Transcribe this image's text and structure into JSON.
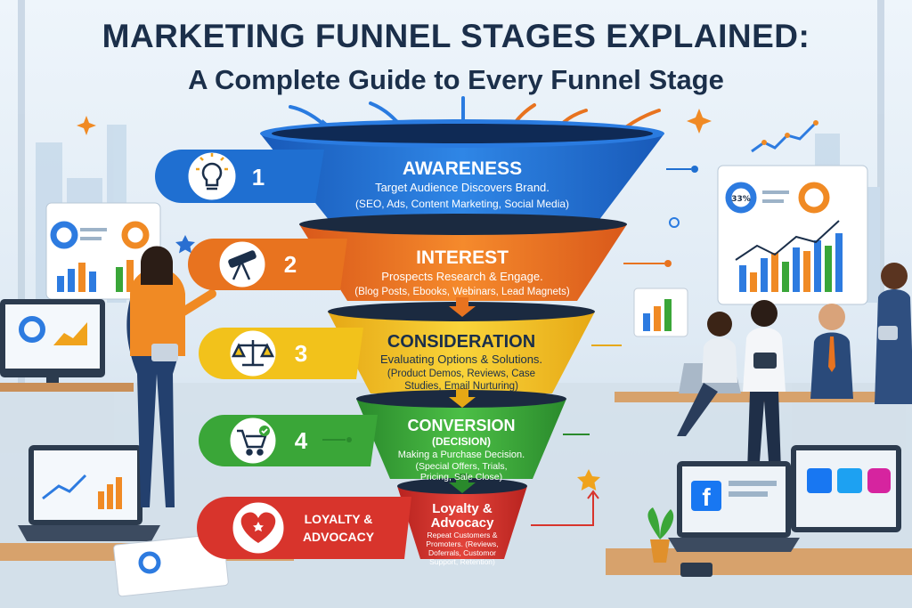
{
  "title": {
    "line1": "MARKETING FUNNEL STAGES EXPLAINED:",
    "line2": "A Complete Guide to Every Funnel Stage"
  },
  "stages": [
    {
      "num": "1",
      "name": "AWARENESS",
      "desc": "Target Audience Discovers Brand.",
      "detail": [
        "(SEO, Ads, Content Marketing, Social Media)"
      ],
      "icon": "lightbulb-icon",
      "color": "#1f6fd1"
    },
    {
      "num": "2",
      "name": "INTEREST",
      "desc": "Prospects Research & Engage.",
      "detail": [
        "(Blog Posts, Ebooks, Webinars, Lead Magnets)"
      ],
      "icon": "telescope-icon",
      "color": "#e8731f"
    },
    {
      "num": "3",
      "name": "CONSIDERATION",
      "desc": "Evaluating Options & Solutions.",
      "detail": [
        "(Product Demos, Reviews, Case",
        "Studies, Email Nurturing)"
      ],
      "icon": "scales-icon",
      "color": "#f2c21b"
    },
    {
      "num": "4",
      "name": "CONVERSION",
      "sub": "(DECISION)",
      "desc": "Making a Purchase Decision.",
      "detail": [
        "(Special Offers, Trials,",
        "Pricing, Sale Close)"
      ],
      "icon": "shopping-cart-icon",
      "color": "#3aa638"
    },
    {
      "label": [
        "LOYALTY &",
        "ADVOCACY"
      ],
      "name": [
        "Loyalty &",
        "Advocacy"
      ],
      "desc": [
        "Repeat Customers &",
        "Promoters. (Reviews,",
        "Doferrals, Customor",
        "Support, Retention)"
      ],
      "icon": "heart-star-icon",
      "color": "#d8342c"
    }
  ],
  "dashboard_left": {
    "donut_label": ""
  },
  "dashboard_right": {
    "donut_label": "33%"
  }
}
